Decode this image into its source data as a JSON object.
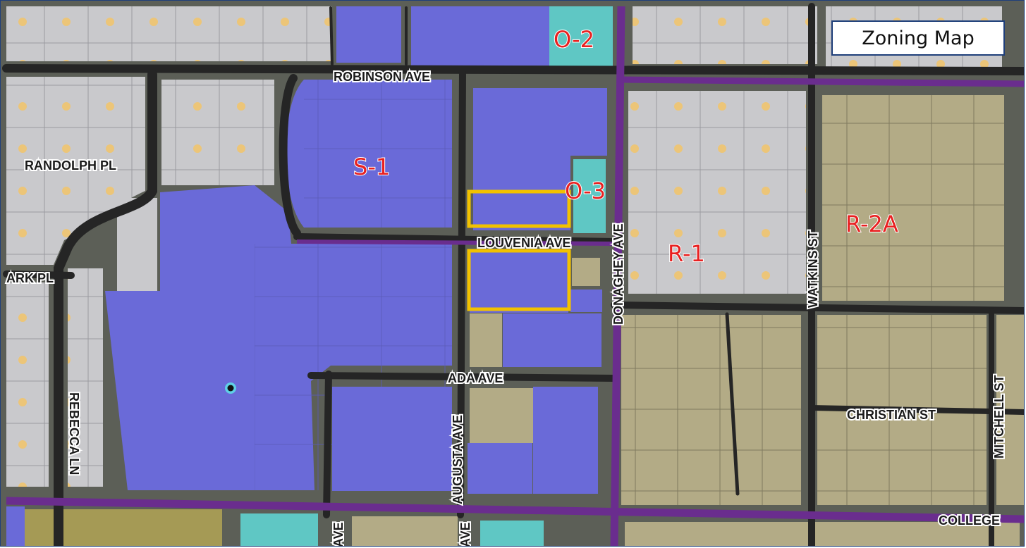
{
  "map": {
    "title": "Zoning Map",
    "colors": {
      "residential_R1": "#c9c9cc",
      "residential_R2A": "#b3ab86",
      "special_S1": "#6a6ad8",
      "office": "#5fc7c4",
      "commercial_lower": "#a59a55",
      "road": "#252525",
      "major_road": "#6a2d8e",
      "subject_outline": "#f2c200",
      "zone_label": "#e82020",
      "parcel_dot": "#f2c46a"
    },
    "zone_labels": [
      "O-2",
      "S-1",
      "O-3",
      "R-1",
      "R-2A"
    ],
    "street_labels": [
      "ROBINSON AVE",
      "RANDOLPH PL",
      "ARK PL",
      "LOUVENIA AVE",
      "ADA AVE",
      "CHRISTIAN ST",
      "COLLEGE",
      "DONAGHEY AVE",
      "WATKINS ST",
      "MITCHELL ST",
      "AUGUSTA AVE",
      "REBECCA LN",
      "AVE",
      "AVE"
    ],
    "legend_present": false
  }
}
